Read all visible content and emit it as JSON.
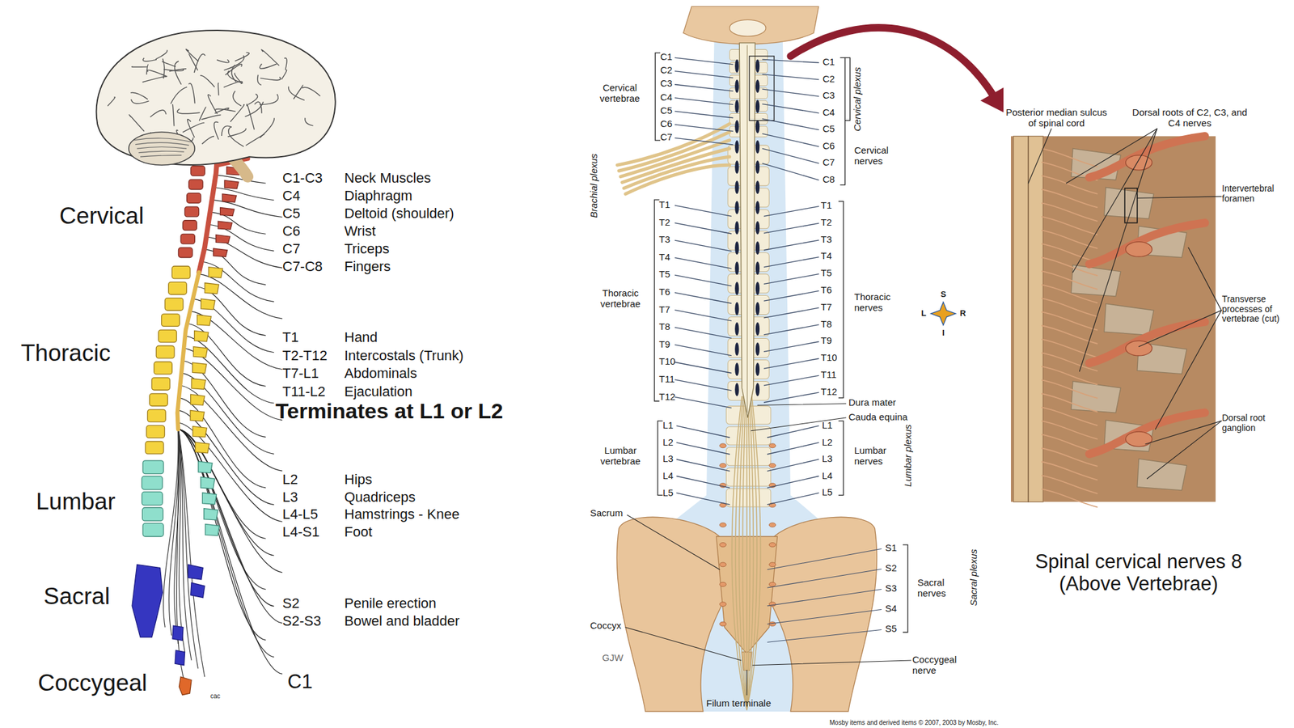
{
  "diagram": {
    "labels": [
      "Cervical",
      "Thoracic",
      "Lumbar",
      "Sacral",
      "Coccygeal",
      "C1-C3",
      "Neck Muscles",
      "C4",
      "Diaphragm",
      "C5",
      "Deltoid (shoulder)",
      "C6",
      "Wrist",
      "C7",
      "Triceps",
      "C7-C8",
      "Fingers",
      "T1",
      "Hand",
      "T2-T12",
      "Intercostals (Trunk)",
      "T7-L1",
      "Abdominals",
      "T11-L2",
      "Ejaculation",
      "Terminates at L1 or L2",
      "L2",
      "Hips",
      "L3",
      "Quadriceps",
      "L4-L5",
      "Hamstrings - Knee",
      "L4-S1",
      "Foot",
      "S2",
      "Penile erection",
      "S2-S3",
      "Bowel and bladder",
      "C1",
      "cac",
      "C1",
      "C2",
      "C3",
      "C4",
      "C5",
      "C6",
      "C7",
      "Cervical vertebrae",
      "Brachial plexus",
      "T1",
      "T2",
      "T3",
      "T4",
      "T5",
      "T6",
      "T7",
      "T8",
      "T9",
      "T10",
      "T11",
      "T12",
      "Thoracic vertebrae",
      "L1",
      "L2",
      "L3",
      "L4",
      "L5",
      "Lumbar vertebrae",
      "Sacrum",
      "Coccyx",
      "GJW",
      "C1",
      "C2",
      "C3",
      "C4",
      "C5",
      "C6",
      "C7",
      "C8",
      "Cervical plexus",
      "Cervical nerves",
      "T1",
      "T2",
      "T3",
      "T4",
      "T5",
      "T6",
      "T7",
      "T8",
      "T9",
      "T10",
      "T11",
      "T12",
      "Thoracic nerves",
      "Dura mater",
      "Cauda equina",
      "L1",
      "L2",
      "L3",
      "L4",
      "L5",
      "Lumbar nerves",
      "Lumbar plexus",
      "S1",
      "S2",
      "S3",
      "S4",
      "S5",
      "Sacral nerves",
      "Sacral plexus",
      "Coccygeal nerve",
      "Filum terminale",
      "Mosby items and derived items © 2007, 2003 by Mosby, Inc.",
      "S",
      "L",
      "R",
      "I",
      "Posterior median sulcus of spinal cord",
      "Dorsal roots of C2, C3, and C4 nerves",
      "Intervertebral foramen",
      "Transverse processes of vertebrae (cut)",
      "Dorsal root ganglion",
      "Spinal cervical nerves 8 (Above Vertebrae)"
    ]
  }
}
